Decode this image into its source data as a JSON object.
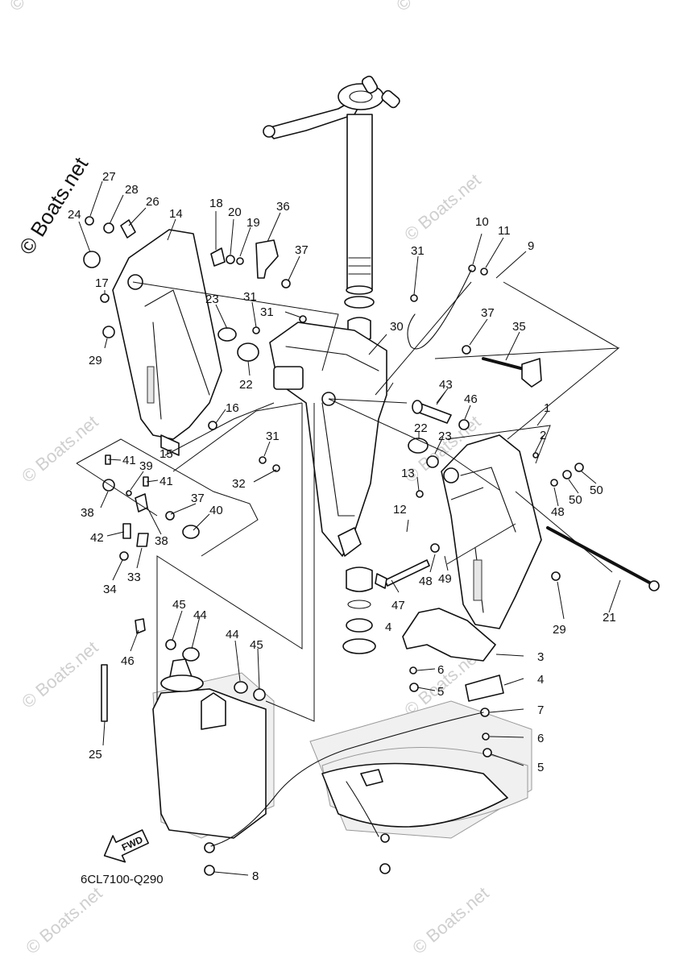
{
  "diagram": {
    "code": "6CL7100-Q290",
    "fwd_label": "FWD",
    "watermark": "© Boats.net",
    "callouts": [
      "1",
      "2",
      "3",
      "4",
      "4",
      "5",
      "5",
      "6",
      "6",
      "7",
      "8",
      "9",
      "10",
      "11",
      "12",
      "13",
      "14",
      "15",
      "16",
      "17",
      "18",
      "19",
      "20",
      "21",
      "22",
      "22",
      "23",
      "23",
      "24",
      "25",
      "26",
      "27",
      "28",
      "29",
      "29",
      "30",
      "31",
      "31",
      "31",
      "31",
      "32",
      "33",
      "34",
      "35",
      "36",
      "37",
      "37",
      "37",
      "38",
      "38",
      "39",
      "40",
      "41",
      "41",
      "42",
      "43",
      "44",
      "44",
      "45",
      "45",
      "46",
      "46",
      "47",
      "48",
      "48",
      "49",
      "50",
      "50"
    ]
  }
}
